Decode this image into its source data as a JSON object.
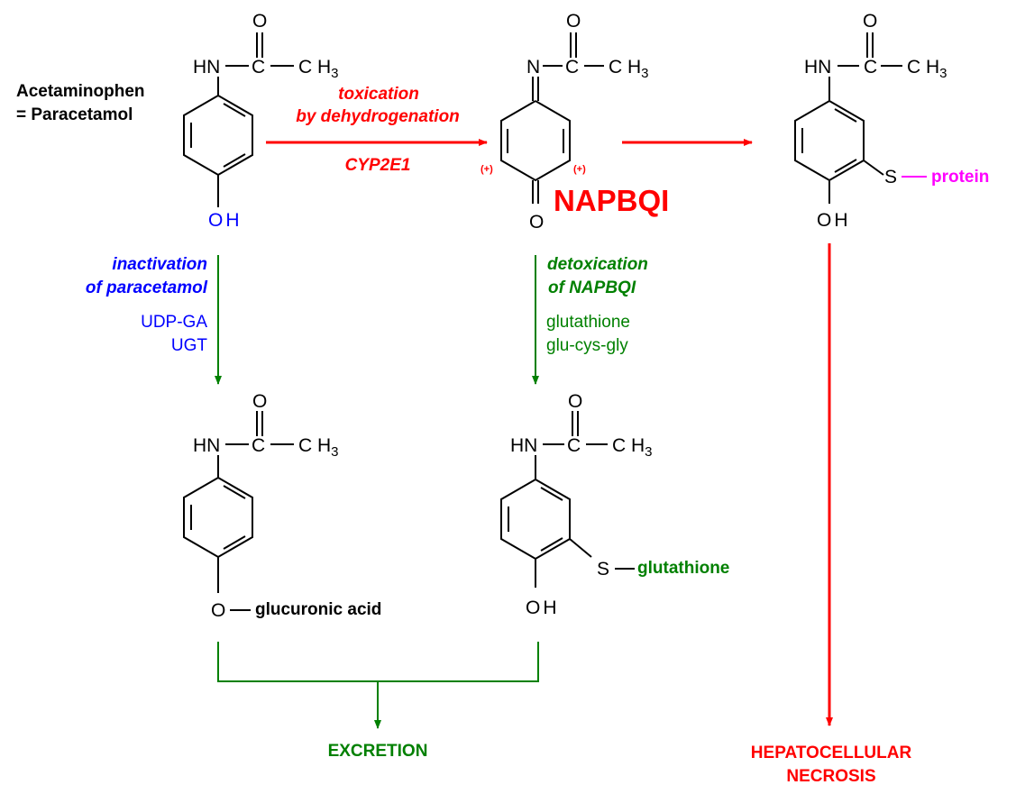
{
  "colors": {
    "red": "#ff0000",
    "blue": "#0000ff",
    "green": "#008000",
    "magenta": "#ff00ff",
    "black": "#000000"
  },
  "labels": {
    "acetaminophen": "Acetaminophen",
    "paracetamol": "= Paracetamol",
    "toxication_1": "toxication",
    "toxication_2": "by dehydrogenation",
    "cyp": "CYP2E1",
    "napbqi": "NAPBQI",
    "inactivation_1": "inactivation",
    "inactivation_2": "of paracetamol",
    "udpga": "UDP-GA",
    "ugt": "UGT",
    "detox_1": "detoxication",
    "detox_2": "of NAPBQI",
    "glutathione_reagent": "glutathione",
    "glucysgly": "glu-cys-gly",
    "glucuronic": "glucuronic acid",
    "glutathione_conj": "glutathione",
    "protein": "protein",
    "excretion": "EXCRETION",
    "necrosis_1": "HEPATOCELLULAR",
    "necrosis_2": "NECROSIS"
  },
  "atoms": {
    "O": "O",
    "HN": "HN",
    "N": "N",
    "C": "C",
    "CH": "C H",
    "sub3": "3",
    "OH_O": "O",
    "OH_H": "H",
    "S": "S",
    "charge": "(+)"
  }
}
